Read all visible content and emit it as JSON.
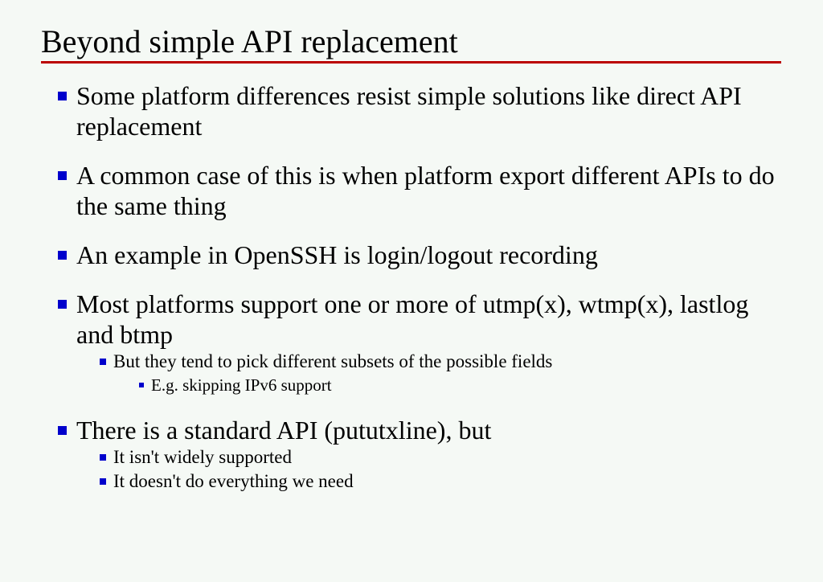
{
  "slide": {
    "title": "Beyond simple API replacement",
    "background_color": "#f5f9f5",
    "title_color": "#000000",
    "rule_color": "#bb0000",
    "bullet_color": "#0000cc",
    "text_color": "#000000"
  },
  "content": {
    "blocks": [
      {
        "level1": "Some platform differences resist simple solutions like direct API replacement",
        "children": []
      },
      {
        "level1": "A common case of this is when platform export different APIs to do the same thing",
        "children": []
      },
      {
        "level1": "An example in OpenSSH is login/logout recording",
        "children": []
      },
      {
        "level1": "Most platforms support one or more of utmp(x), wtmp(x), lastlog and btmp",
        "children": [
          {
            "level2": "But they tend to pick different subsets of the possible fields",
            "children": [
              {
                "level3": "E.g. skipping IPv6 support"
              }
            ]
          }
        ]
      },
      {
        "level1": "There is a standard API (pututxline), but",
        "children": [
          {
            "level2": "It isn't widely supported",
            "children": []
          },
          {
            "level2": "It doesn't do everything we need",
            "children": []
          }
        ]
      }
    ]
  }
}
